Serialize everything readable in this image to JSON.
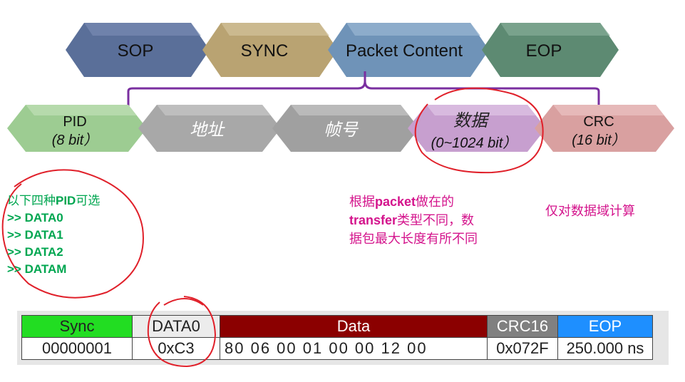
{
  "top_row": [
    {
      "label": "SOP",
      "color": "#5a6f99"
    },
    {
      "label": "SYNC",
      "color": "#b9a372"
    },
    {
      "label": "Packet Content",
      "color": "#6f93b8"
    },
    {
      "label": "EOP",
      "color": "#5d8a72"
    }
  ],
  "bottom_row": [
    {
      "line1": "PID",
      "line2": "(8 bit）",
      "color": "#9dcc92"
    },
    {
      "line1": "地址",
      "line2": "",
      "color": "#a8a8a8"
    },
    {
      "line1": "帧号",
      "line2": "",
      "color": "#a0a0a0"
    },
    {
      "line1": "数据",
      "line2": "(0~1024 bit）",
      "color": "#c79fcf"
    },
    {
      "line1": "CRC",
      "line2": "(16 bit）",
      "color": "#d9a0a0"
    }
  ],
  "notes": {
    "pid_title_prefix": "以下四种",
    "pid_title_bold": "PID",
    "pid_title_suffix": "可选",
    "pid_options": [
      ">> DATA0",
      ">> DATA1",
      ">> DATA2",
      ">> DATAM"
    ],
    "packet_line1_prefix": "根据",
    "packet_line1_bold": "packet",
    "packet_line1_suffix": "做在的",
    "packet_line2_bold": "transfer",
    "packet_line2_suffix": "类型不同，数",
    "packet_line3": "据包最大长度有所不同",
    "crc": "仅对数据域计算"
  },
  "trace": {
    "headers": {
      "sync": "Sync",
      "pid": "DATA0",
      "data": "Data",
      "crc": "CRC16",
      "eop": "EOP"
    },
    "values": {
      "sync": "00000001",
      "pid": "0xC3",
      "data": "80  06  00  01  00  00  12  00",
      "crc": "0x072F",
      "eop": "250.000 ns"
    }
  }
}
